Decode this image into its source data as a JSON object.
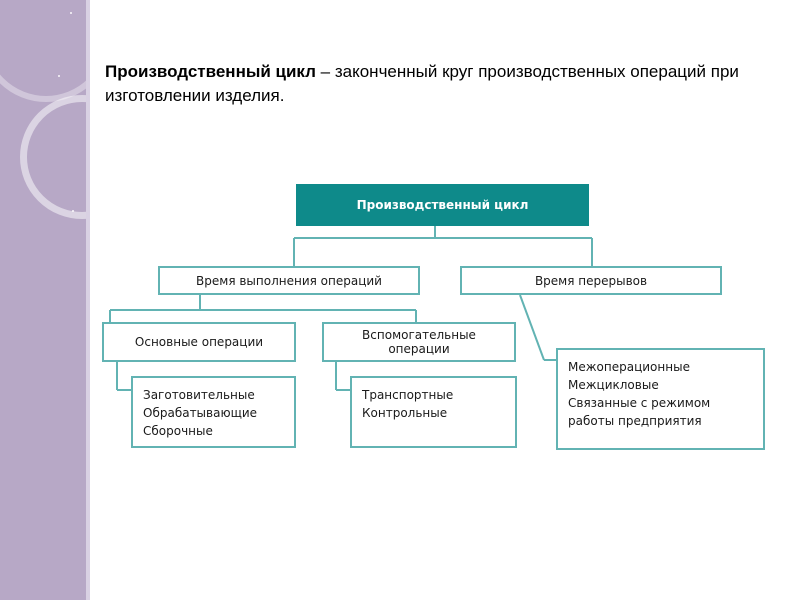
{
  "intro": {
    "term": "Производственный цикл",
    "definition": " – законченный круг производственных операций при изготовлении изделия."
  },
  "diagram": {
    "root": "Производственный цикл",
    "branch_operations": "Время выполнения операций",
    "branch_breaks": "Время перерывов",
    "main_operations": "Основные операции",
    "aux_operations": "Вспомогательные операции",
    "main_operations_items": [
      "Заготовительные",
      "Обрабатывающие",
      "Сборочные"
    ],
    "aux_operations_items": [
      "Транспортные",
      "Контрольные"
    ],
    "breaks_items": [
      "Межоперационные",
      "Межцикловые",
      "Связанные с режимом",
      "работы предприятия"
    ]
  },
  "colors": {
    "accent": "#0e8a8a",
    "border": "#62b3b3",
    "sidebar": "#b7a8c6"
  }
}
